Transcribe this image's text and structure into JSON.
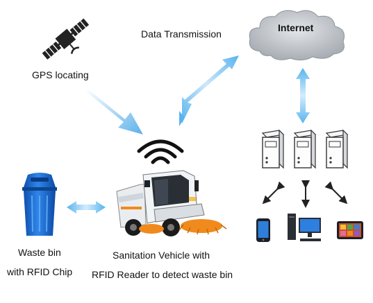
{
  "labels": {
    "gps": "GPS locating",
    "data_transmission": "Data Transmission",
    "internet": "Internet",
    "waste_bin_line1": "Waste bin",
    "waste_bin_line2": "with RFID Chip",
    "vehicle_line1": "Sanitation Vehicle with",
    "vehicle_line2": "RFID Reader to detect waste bin"
  },
  "colors": {
    "arrow_blue": "#5fb6ec",
    "cloud_gray": "#bfc3c8",
    "bin_blue": "#1f6fd4",
    "vehicle_white": "#eef2f4",
    "brush_orange": "#f08a1c",
    "dark_arrow": "#222222"
  },
  "icons": [
    "satellite-icon",
    "cloud-icon",
    "server-icon",
    "wifi-signal-icon",
    "waste-bin-icon",
    "sweeper-truck-icon",
    "phone-icon",
    "desktop-pc-icon",
    "tablet-icon"
  ]
}
